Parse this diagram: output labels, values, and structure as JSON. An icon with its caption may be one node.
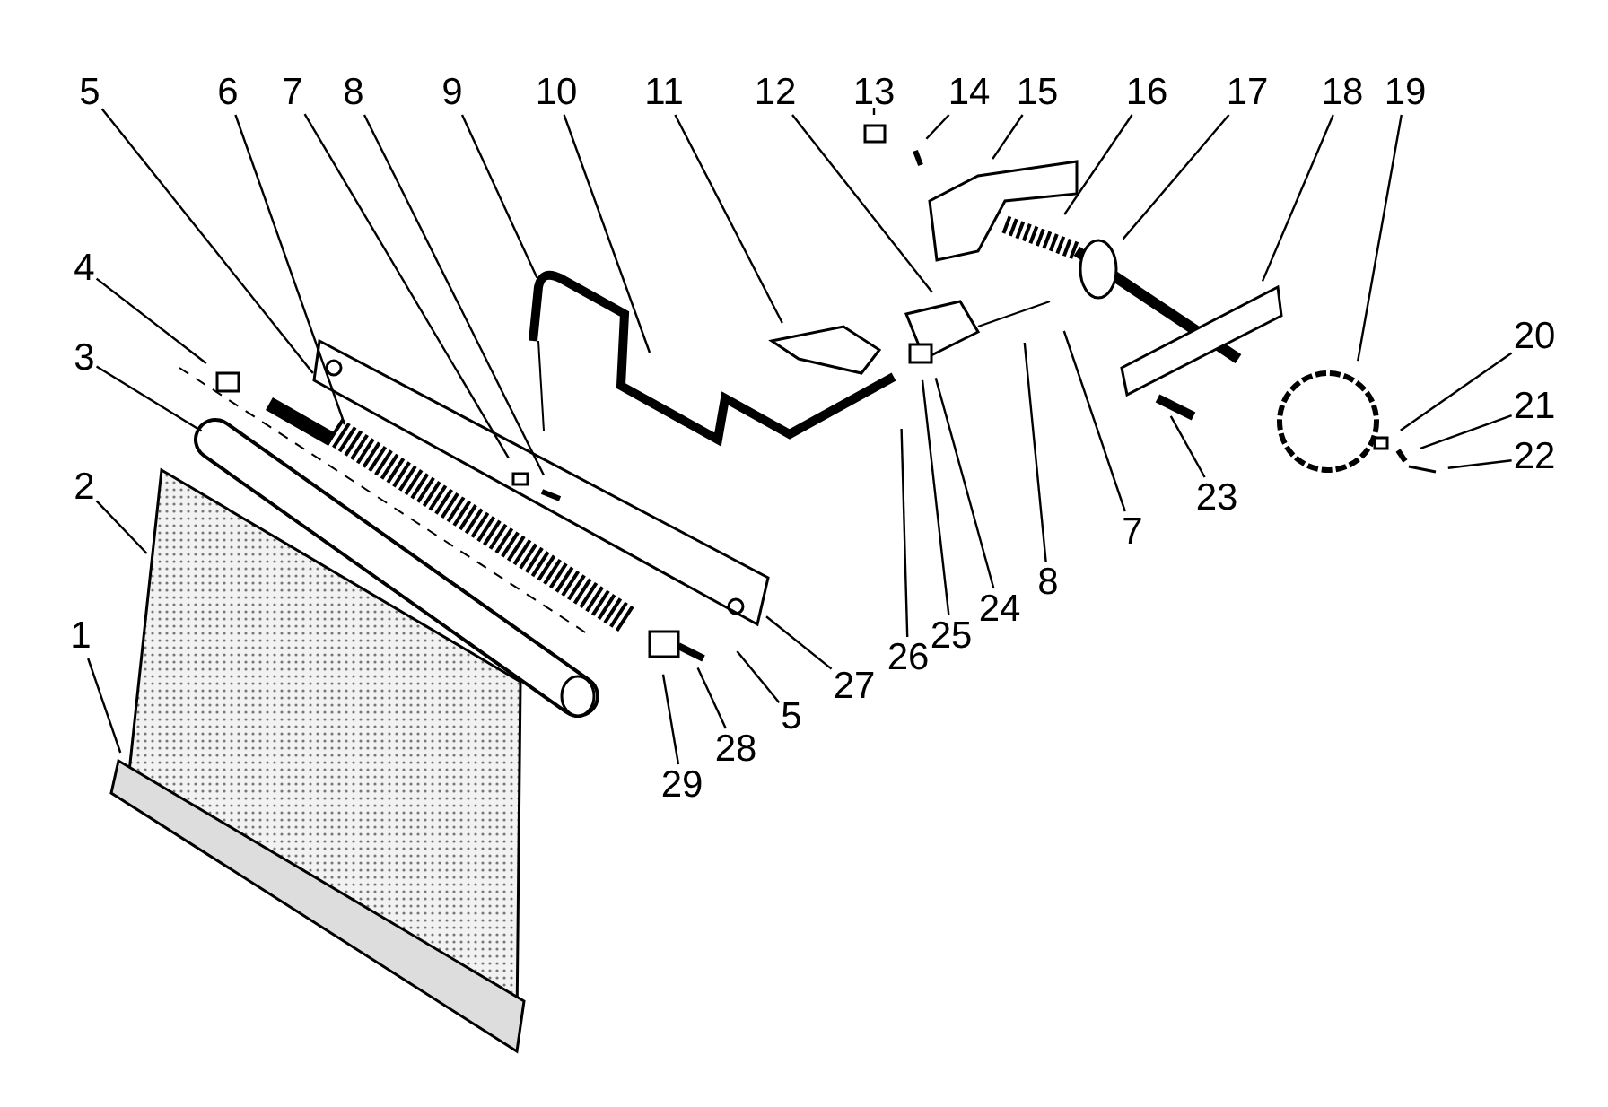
{
  "diagram": {
    "nodes": [
      {
        "text": [
          "5"
        ]
      },
      {
        "text": [
          "6"
        ]
      },
      {
        "text": [
          "7"
        ]
      },
      {
        "text": [
          "8"
        ]
      },
      {
        "text": [
          "9"
        ]
      },
      {
        "text": [
          "10"
        ]
      },
      {
        "text": [
          "11"
        ]
      },
      {
        "text": [
          "12"
        ]
      },
      {
        "text": [
          "13"
        ]
      },
      {
        "text": [
          "14"
        ]
      },
      {
        "text": [
          "15"
        ]
      },
      {
        "text": [
          "16"
        ]
      },
      {
        "text": [
          "17"
        ]
      },
      {
        "text": [
          "18"
        ]
      },
      {
        "text": [
          "19"
        ]
      },
      {
        "text": [
          "4"
        ]
      },
      {
        "text": [
          "3"
        ]
      },
      {
        "text": [
          "20"
        ]
      },
      {
        "text": [
          "21"
        ]
      },
      {
        "text": [
          "22"
        ]
      },
      {
        "text": [
          "2"
        ]
      },
      {
        "text": [
          "23"
        ]
      },
      {
        "text": [
          "7"
        ]
      },
      {
        "text": [
          "8"
        ]
      },
      {
        "text": [
          "1"
        ]
      },
      {
        "text": [
          "24"
        ]
      },
      {
        "text": [
          "25"
        ]
      },
      {
        "text": [
          "26"
        ]
      },
      {
        "text": [
          "27"
        ]
      },
      {
        "text": [
          "5"
        ]
      },
      {
        "text": [
          "28"
        ]
      },
      {
        "text": [
          "29"
        ]
      }
    ],
    "edges": [
      {
        "from": 0,
        "to": null,
        "arrow": "none"
      },
      {
        "from": 1,
        "to": null,
        "arrow": "none"
      },
      {
        "from": 2,
        "to": null,
        "arrow": "none"
      },
      {
        "from": 3,
        "to": null,
        "arrow": "none"
      },
      {
        "from": 4,
        "to": null,
        "arrow": "none"
      },
      {
        "from": 5,
        "to": null,
        "arrow": "none"
      },
      {
        "from": 6,
        "to": null,
        "arrow": "none"
      },
      {
        "from": 7,
        "to": null,
        "arrow": "none"
      },
      {
        "from": 8,
        "to": null,
        "arrow": "none"
      },
      {
        "from": 9,
        "to": null,
        "arrow": "none"
      },
      {
        "from": 10,
        "to": null,
        "arrow": "none"
      },
      {
        "from": 11,
        "to": null,
        "arrow": "none"
      },
      {
        "from": 12,
        "to": null,
        "arrow": "none"
      },
      {
        "from": 13,
        "to": null,
        "arrow": "none"
      },
      {
        "from": 14,
        "to": null,
        "arrow": "none"
      },
      {
        "from": 15,
        "to": null,
        "arrow": "none"
      },
      {
        "from": 16,
        "to": null,
        "arrow": "none"
      },
      {
        "from": 17,
        "to": null,
        "arrow": "none"
      },
      {
        "from": 18,
        "to": null,
        "arrow": "none"
      },
      {
        "from": 19,
        "to": null,
        "arrow": "none"
      },
      {
        "from": 20,
        "to": null,
        "arrow": "none"
      },
      {
        "from": 21,
        "to": null,
        "arrow": "none"
      },
      {
        "from": 22,
        "to": null,
        "arrow": "none"
      },
      {
        "from": 23,
        "to": null,
        "arrow": "none"
      },
      {
        "from": 24,
        "to": null,
        "arrow": "none"
      },
      {
        "from": 25,
        "to": null,
        "arrow": "none"
      },
      {
        "from": 26,
        "to": null,
        "arrow": "none"
      },
      {
        "from": 27,
        "to": null,
        "arrow": "none"
      },
      {
        "from": 28,
        "to": null,
        "arrow": "none"
      },
      {
        "from": 29,
        "to": null,
        "arrow": "none"
      },
      {
        "from": 30,
        "to": null,
        "arrow": "none"
      },
      {
        "from": 31,
        "to": null,
        "arrow": "none"
      }
    ]
  }
}
